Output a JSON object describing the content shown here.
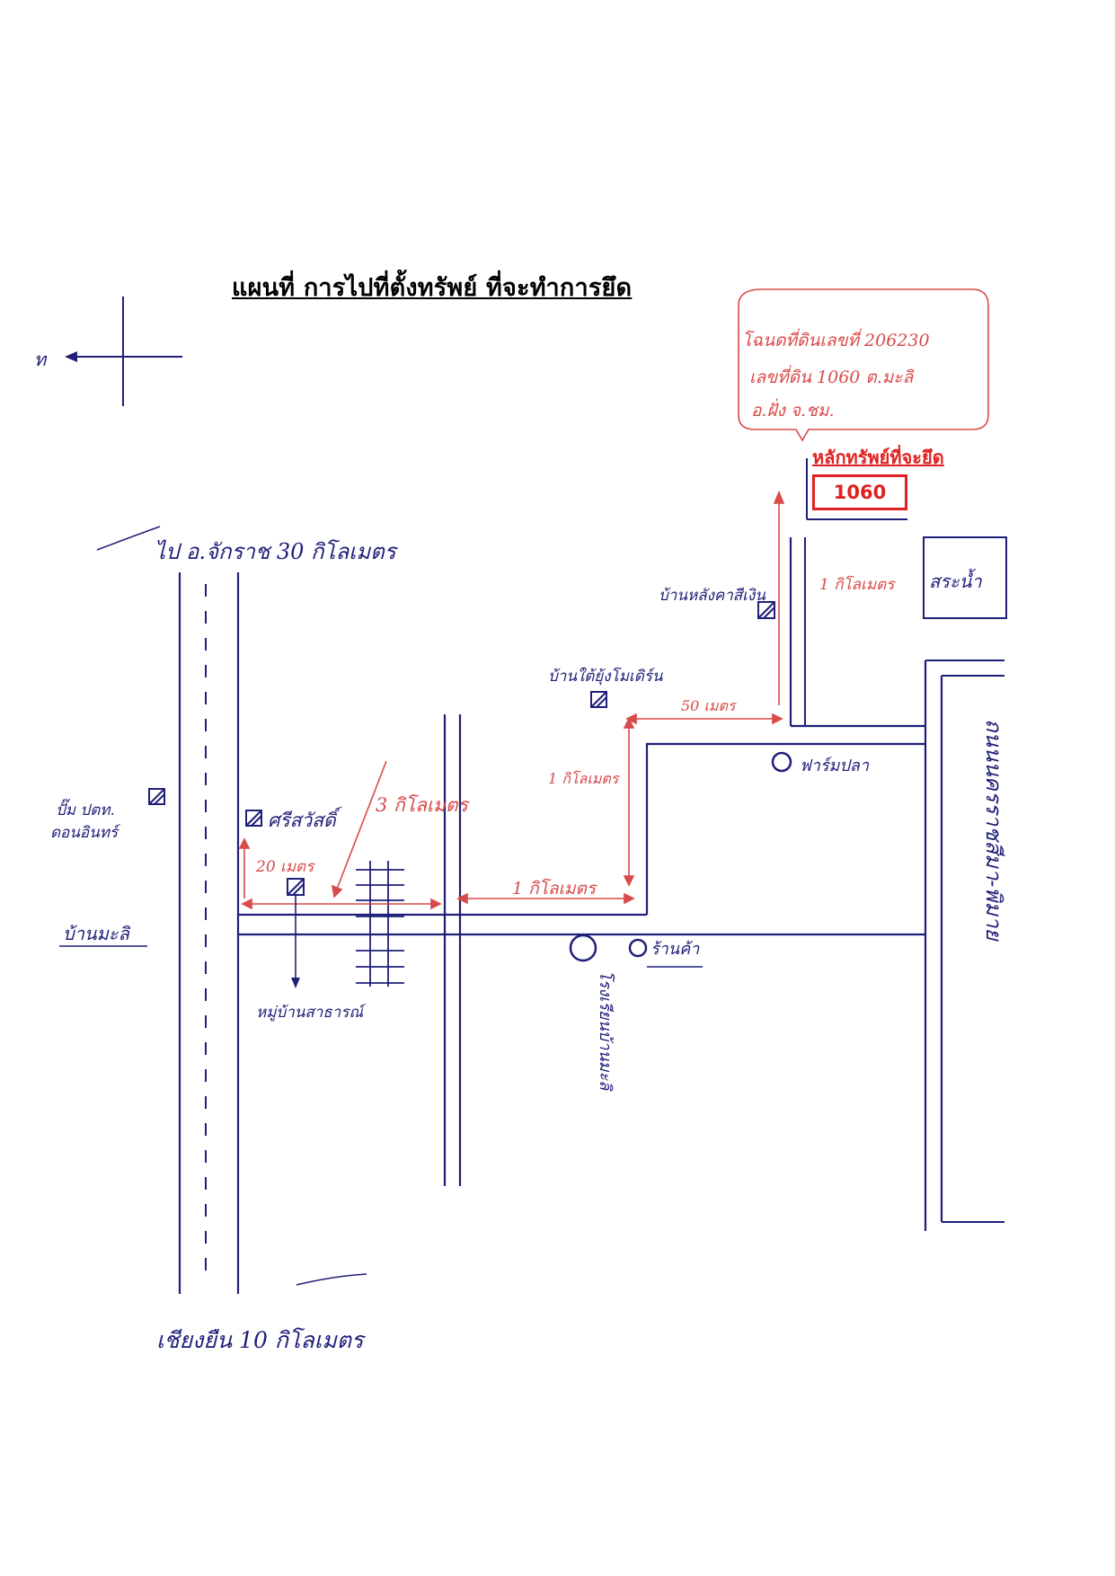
{
  "title": "แผนที่ การไปที่ตั้งทรัพย์ ที่จะทำการยึด",
  "compass": {
    "label": "ท"
  },
  "asset": {
    "label": "หลักทรัพย์ที่จะยึด",
    "code": "1060",
    "deed_note": [
      "โฉนดที่ดินเลขที่ 206230",
      "เลขที่ดิน 1060 ต.มะลิ",
      "อ.ฝั่ง จ.ชม."
    ]
  },
  "landmarks": {
    "top_road": "ไป อ.จักราช 30 กิโลเมตร",
    "bottom_road": "เชียงยืน 10 กิโลเมตร",
    "gas_station": [
      "ปั๊ม ปตท.",
      "ดอนอินทร์"
    ],
    "village": "บ้านมะลิ",
    "srisawat": "ศรีสวัสดิ์",
    "public_village": "หมู่บ้านสาธารณ์",
    "house_silver_roof": "บ้านหลังคาสีเงิน",
    "house_near_bridge": "บ้านใต้ยุ้งโมเดิร์น",
    "pond": "สระน้ำ",
    "farm": "ฟาร์มปลา",
    "shop": "ร้านค้า",
    "school": "โรงเรียนบ้านมะลิ",
    "road_right": "ถนนนครราชสีมา-พิมาย"
  },
  "distances": {
    "d_20m_left": "20 เมตร",
    "d_1km_right": "1 กิโลเมตร",
    "d_3km": "3 กิโลเมตร",
    "d_1km_bottom": "1 กิโลเมตร",
    "d_1km_mid": "1 กิโลเมตร",
    "d_50m_top": "50 เมตร"
  },
  "colors": {
    "ink": "#1f1f7a",
    "red_ink": "#d94a4a",
    "asset_red": "#e02020"
  }
}
